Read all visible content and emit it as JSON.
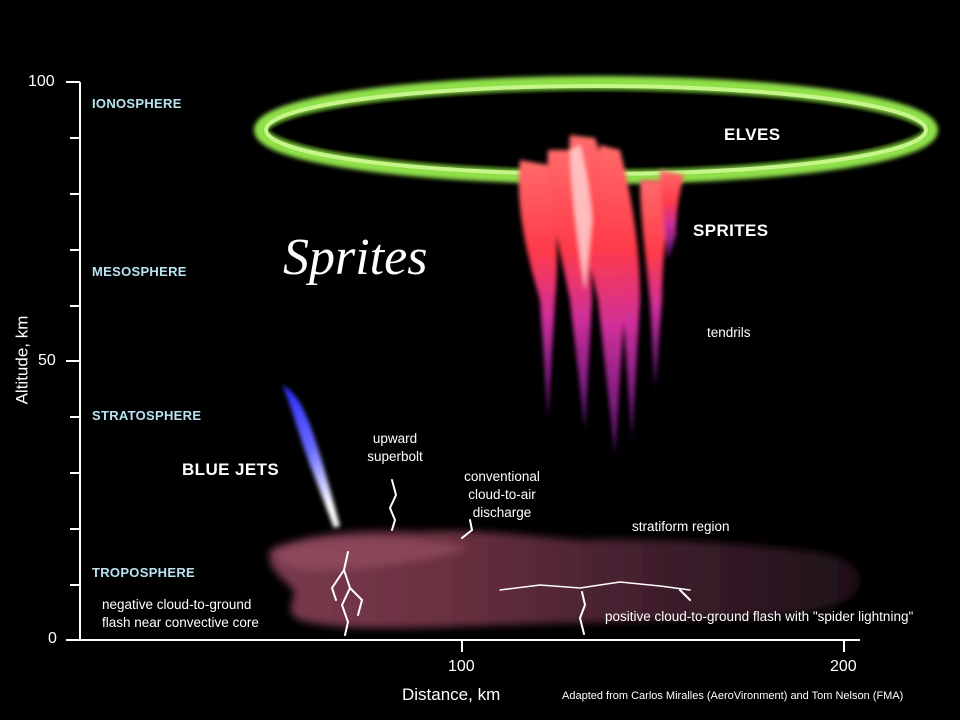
{
  "title": "Sprites",
  "axes": {
    "y_label": "Altitude, km",
    "x_label": "Distance, km",
    "y_ticks": [
      "100",
      "50",
      "0"
    ],
    "x_ticks": [
      "100",
      "200"
    ]
  },
  "layers": {
    "ionosphere": "IONOSPHERE",
    "mesosphere": "MESOSPHERE",
    "stratosphere": "STRATOSPHERE",
    "troposphere": "TROPOSPHERE"
  },
  "phenomena": {
    "elves": "ELVES",
    "sprites": "SPRITES",
    "tendrils": "tendrils",
    "blue_jets": "BLUE JETS",
    "upward_superbolt_1": "upward",
    "upward_superbolt_2": "superbolt",
    "cloud_to_air_1": "conventional",
    "cloud_to_air_2": "cloud-to-air",
    "cloud_to_air_3": "discharge",
    "stratiform": "stratiform region",
    "negative_cg_1": "negative cloud-to-ground",
    "negative_cg_2": "flash near convective core",
    "positive_cg": "positive cloud-to-ground flash with \"spider lightning\""
  },
  "credit": "Adapted from Carlos Miralles (AeroVironment) and Tom Nelson (FMA)",
  "colors": {
    "background": "#000000",
    "elves": "#8fe04a",
    "sprites_top": "#ff5a5a",
    "sprites_bottom": "#c23bd6",
    "blue_jet": "#3a49ff",
    "cloud": "#5a2a3a",
    "layer_text": "#b9e3f3"
  }
}
